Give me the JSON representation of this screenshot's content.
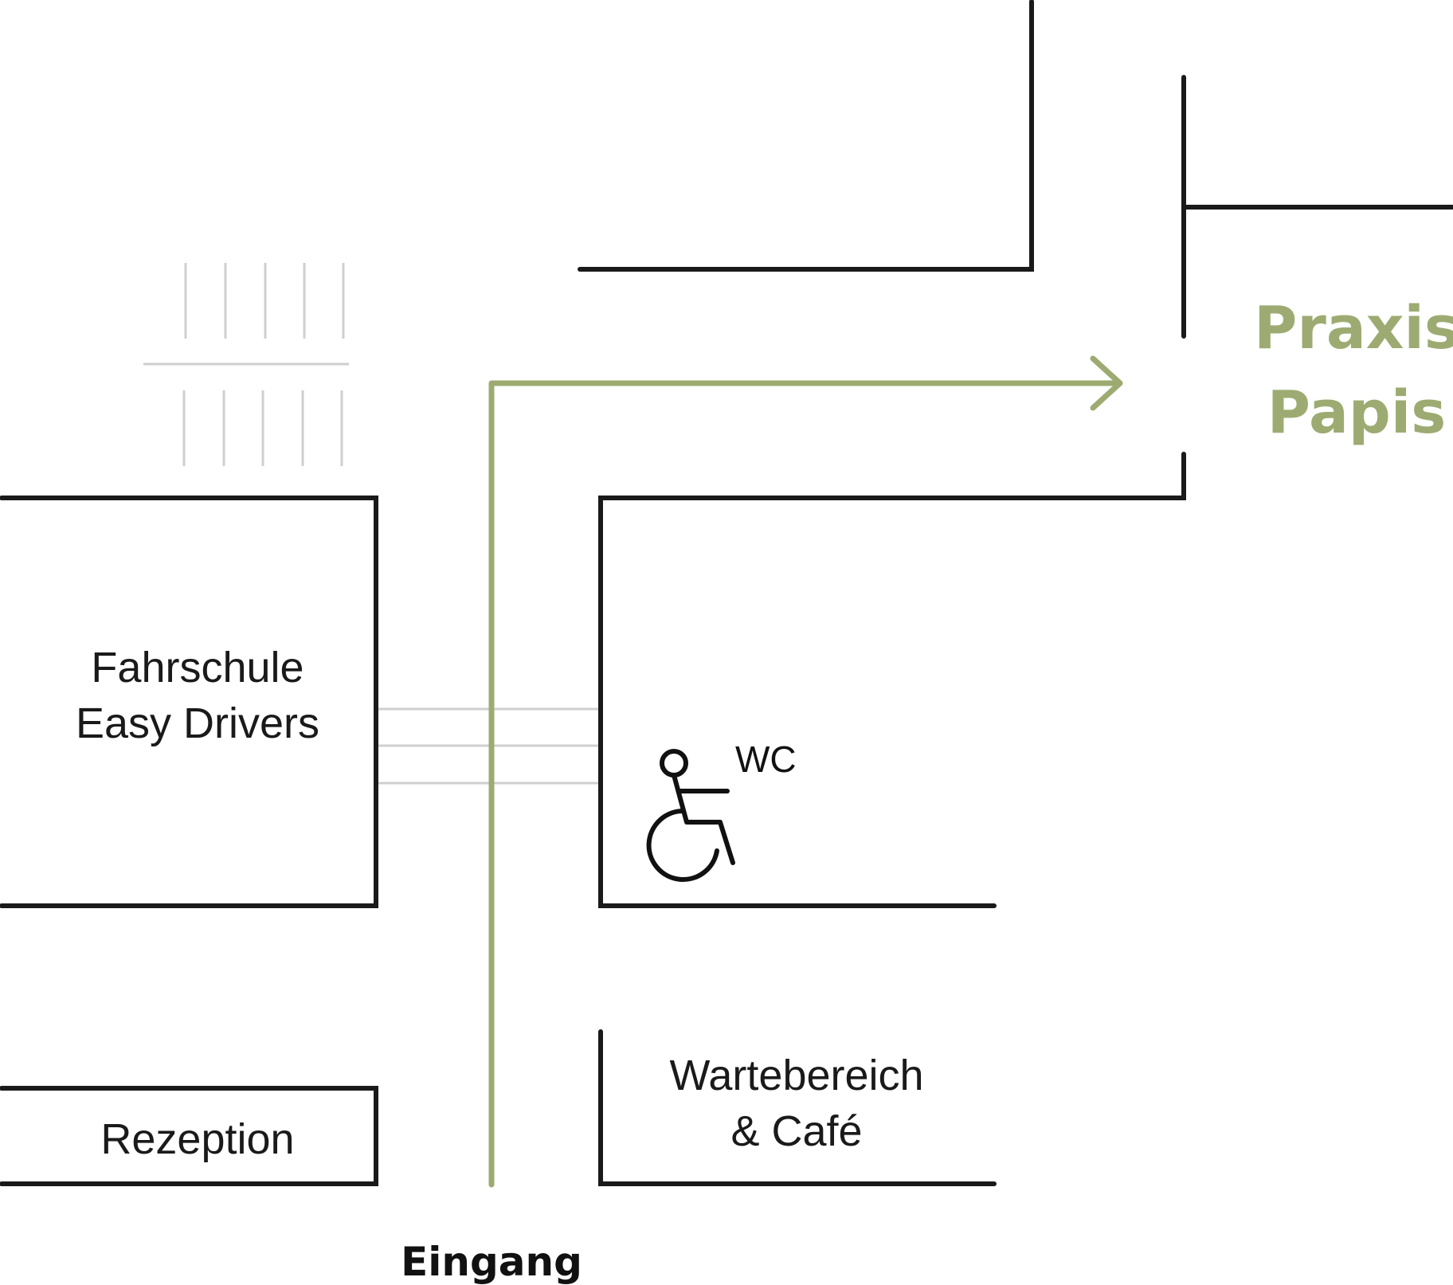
{
  "colors": {
    "wall": "#1a1a1a",
    "route": "#9dab72",
    "faint": "#cfcfcf",
    "destination": "#9dab72"
  },
  "rooms": {
    "fahrschule": [
      "Fahrschule",
      "Easy Drivers"
    ],
    "rezeption": "Rezeption",
    "wartebereich": [
      "Wartebereich",
      "& Café"
    ]
  },
  "wc": {
    "label": "WC",
    "icon": "wheelchair-icon"
  },
  "entrance": "Eingang",
  "destination": [
    "Praxis",
    "Papis"
  ]
}
